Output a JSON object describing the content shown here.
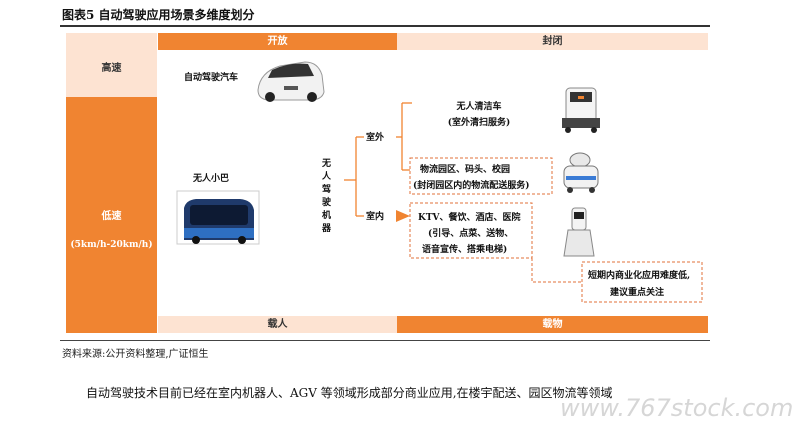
{
  "figure_title": "图表5 自动驾驶应用场景多维度划分",
  "header": {
    "open": "开放",
    "closed": "封闭"
  },
  "footer": {
    "people": "载人",
    "goods": "载物"
  },
  "rows": {
    "high_speed": "高速",
    "low_speed": "低速",
    "low_speed_range": "(5km/h-20km/h)"
  },
  "labels": {
    "car": "自动驾驶汽车",
    "bus": "无人小巴",
    "robot": "无人驾驶机器",
    "outdoor": "室外",
    "indoor": "室内",
    "cleaner_title": "无人清洁车",
    "cleaner_sub": "(室外清扫服务)",
    "logistics_title": "物流园区、码头、校园",
    "logistics_sub": "(封闭园区内的物流配送服务)",
    "indoor_title": "KTV、餐饮、酒店、医院",
    "indoor_line2": "(引导、点菜、送物、",
    "indoor_line3": "语音宣传、搭乘电梯)",
    "note_line1": "短期内商业化应用难度低,",
    "note_line2": "建议重点关注"
  },
  "source": "资料来源:公开资料整理,广证恒生",
  "body_text": "自动驾驶技术目前已经在室内机器人、AGV 等领域形成部分商业应用,在楼宇配送、园区物流等领域",
  "watermark": "www.767stock.com",
  "colors": {
    "accent": "#f08431",
    "light": "#fde3d2"
  }
}
